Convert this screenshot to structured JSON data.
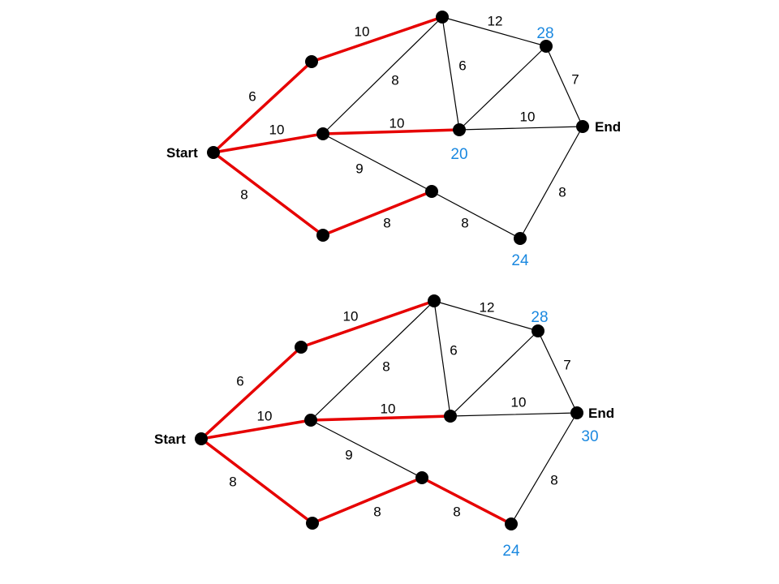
{
  "colors": {
    "highlight": "#e60000",
    "edge": "#000000",
    "distance": "#1a88e0"
  },
  "diagrams": [
    {
      "edges": [
        {
          "from": "start",
          "to": "a",
          "weight": "6",
          "highlight": true
        },
        {
          "from": "a",
          "to": "b",
          "weight": "10",
          "highlight": true
        },
        {
          "from": "start",
          "to": "c",
          "weight": "10",
          "highlight": true
        },
        {
          "from": "c",
          "to": "d",
          "weight": "10",
          "highlight": true
        },
        {
          "from": "start",
          "to": "f",
          "weight": "8",
          "highlight": true
        },
        {
          "from": "f",
          "to": "g",
          "weight": "8",
          "highlight": true
        },
        {
          "from": "b",
          "to": "e",
          "weight": "12",
          "highlight": false
        },
        {
          "from": "b",
          "to": "c",
          "weight": "8",
          "highlight": false
        },
        {
          "from": "b",
          "to": "d",
          "weight": "6",
          "highlight": false
        },
        {
          "from": "e",
          "to": "d",
          "weight": "",
          "highlight": false
        },
        {
          "from": "e",
          "to": "end",
          "weight": "7",
          "highlight": false
        },
        {
          "from": "d",
          "to": "end",
          "weight": "10",
          "highlight": false
        },
        {
          "from": "c",
          "to": "g",
          "weight": "9",
          "highlight": false
        },
        {
          "from": "g",
          "to": "h",
          "weight": "8",
          "highlight": false
        },
        {
          "from": "h",
          "to": "end",
          "weight": "8",
          "highlight": false
        }
      ],
      "node_labels": [
        {
          "node": "start",
          "text": "Start"
        },
        {
          "node": "end",
          "text": "End"
        }
      ],
      "distances": [
        {
          "node": "e",
          "text": "28"
        },
        {
          "node": "d",
          "text": "20"
        },
        {
          "node": "h",
          "text": "24"
        }
      ]
    },
    {
      "edges": [
        {
          "from": "start",
          "to": "a",
          "weight": "6",
          "highlight": true
        },
        {
          "from": "a",
          "to": "b",
          "weight": "10",
          "highlight": true
        },
        {
          "from": "start",
          "to": "c",
          "weight": "10",
          "highlight": true
        },
        {
          "from": "c",
          "to": "d",
          "weight": "10",
          "highlight": true
        },
        {
          "from": "start",
          "to": "f",
          "weight": "8",
          "highlight": true
        },
        {
          "from": "f",
          "to": "g",
          "weight": "8",
          "highlight": true
        },
        {
          "from": "g",
          "to": "h",
          "weight": "8",
          "highlight": true
        },
        {
          "from": "b",
          "to": "e",
          "weight": "12",
          "highlight": false
        },
        {
          "from": "b",
          "to": "c",
          "weight": "8",
          "highlight": false
        },
        {
          "from": "b",
          "to": "d",
          "weight": "6",
          "highlight": false
        },
        {
          "from": "e",
          "to": "d",
          "weight": "",
          "highlight": false
        },
        {
          "from": "e",
          "to": "end",
          "weight": "7",
          "highlight": false
        },
        {
          "from": "d",
          "to": "end",
          "weight": "10",
          "highlight": false
        },
        {
          "from": "c",
          "to": "g",
          "weight": "9",
          "highlight": false
        },
        {
          "from": "h",
          "to": "end",
          "weight": "8",
          "highlight": false
        }
      ],
      "node_labels": [
        {
          "node": "start",
          "text": "Start"
        },
        {
          "node": "end",
          "text": "End"
        }
      ],
      "distances": [
        {
          "node": "e",
          "text": "28"
        },
        {
          "node": "end",
          "text": "30"
        },
        {
          "node": "h",
          "text": "24"
        }
      ]
    }
  ]
}
